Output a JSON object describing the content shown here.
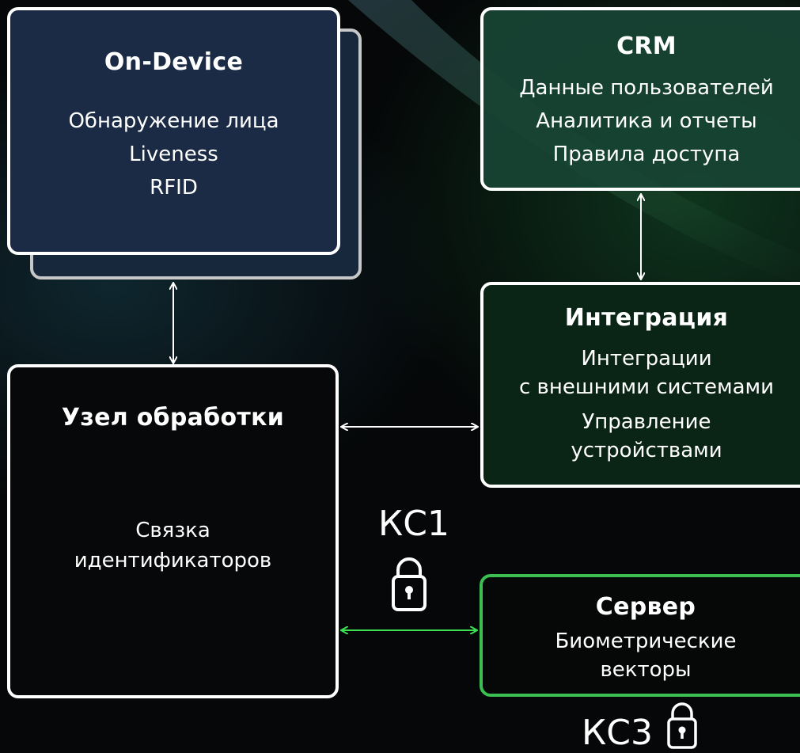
{
  "colors": {
    "background": "#050708",
    "box_border": "#ffffff",
    "secure_link": "#3bbf53",
    "ondevice_fill": "#1b2b45",
    "crm_fill": "#184434",
    "integration_fill": "#0a2416"
  },
  "on_device": {
    "title": "On-Device",
    "items": [
      "Обнаружение лица",
      "Liveness",
      "RFID"
    ]
  },
  "crm": {
    "title": "CRM",
    "items": [
      "Данные пользователей",
      "Аналитика и отчеты",
      "Правила доступа"
    ]
  },
  "integration": {
    "title": "Интеграция",
    "items": [
      [
        "Интеграции",
        "с внешними системами"
      ],
      [
        "Управление",
        "устройствами"
      ]
    ]
  },
  "processing_node": {
    "title": "Узел обработки",
    "items": [
      "Связка",
      "идентификаторов"
    ]
  },
  "server": {
    "title": "Сервер",
    "items": [
      "Биометрические",
      "векторы"
    ]
  },
  "channels": {
    "ks1": "КС1",
    "ks3": "КС3"
  },
  "icons": [
    "lock-icon",
    "lock-icon"
  ]
}
